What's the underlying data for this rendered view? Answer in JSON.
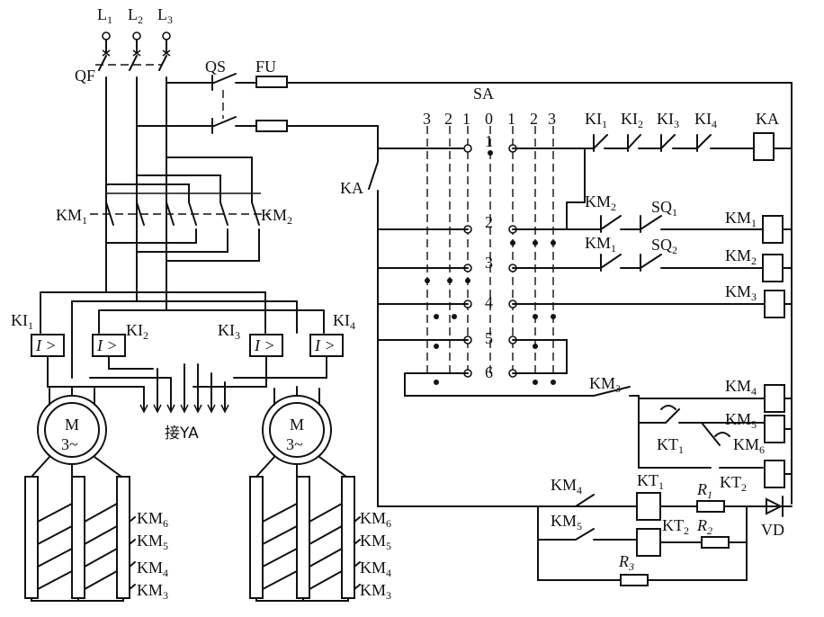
{
  "labels": {
    "L1": "L",
    "L1_sub": "1",
    "L2": "L",
    "L2_sub": "2",
    "L3": "L",
    "L3_sub": "3",
    "QF": "QF",
    "QS": "QS",
    "FU": "FU",
    "SA": "SA",
    "sa_positions": [
      "3",
      "2",
      "1",
      "0",
      "1",
      "2",
      "3"
    ],
    "sa_rows": [
      "1",
      "2",
      "3",
      "4",
      "5",
      "6"
    ],
    "KA_coil": "KA",
    "KA_contact": "KA",
    "KI1": "KI",
    "KI1_sub": "1",
    "KI2": "KI",
    "KI2_sub": "2",
    "KI3": "KI",
    "KI3_sub": "3",
    "KI4": "KI",
    "KI4_sub": "4",
    "KM1_main": "KM",
    "KM1_main_sub": "1",
    "KM2_main": "KM",
    "KM2_main_sub": "2",
    "relay_box_text": "I >",
    "motor_M": "M",
    "motor_phase": "3~",
    "YA": "接YA",
    "KM2_c": "KM",
    "KM2_c_sub": "2",
    "SQ1": "SQ",
    "SQ1_sub": "1",
    "KM1_c": "KM",
    "KM1_c_sub": "1",
    "SQ2": "SQ",
    "SQ2_sub": "2",
    "coil_KM1": "KM",
    "coil_KM1_sub": "1",
    "coil_KM2": "KM",
    "coil_KM2_sub": "2",
    "coil_KM3": "KM",
    "coil_KM3_sub": "3",
    "KM3_c": "KM",
    "KM3_c_sub": "3",
    "coil_KM4": "KM",
    "coil_KM4_sub": "4",
    "coil_KM5": "KM",
    "coil_KM5_sub": "5",
    "coil_KM6": "KM",
    "coil_KM6_sub": "6",
    "KT1_c": "KT",
    "KT1_c_sub": "1",
    "KT2_c": "KT",
    "KT2_c_sub": "2",
    "KM4_c": "KM",
    "KM4_c_sub": "4",
    "KM5_c": "KM",
    "KM5_c_sub": "5",
    "KT1_coil": "KT",
    "KT1_coil_sub": "1",
    "KT2_coil": "KT",
    "KT2_coil_sub": "2",
    "R1": "R",
    "R1_sub": "1",
    "R2": "R",
    "R2_sub": "2",
    "R3": "R",
    "R3_sub": "3",
    "VD": "VD",
    "res_left": [
      "KM",
      "KM",
      "KM",
      "KM"
    ],
    "res_left_sub": [
      "6",
      "5",
      "4",
      "3"
    ],
    "res_right": [
      "KM",
      "KM",
      "KM",
      "KM"
    ],
    "res_right_sub": [
      "6",
      "5",
      "4",
      "3"
    ]
  },
  "colors": {
    "line": "#111111",
    "background": "#ffffff"
  }
}
